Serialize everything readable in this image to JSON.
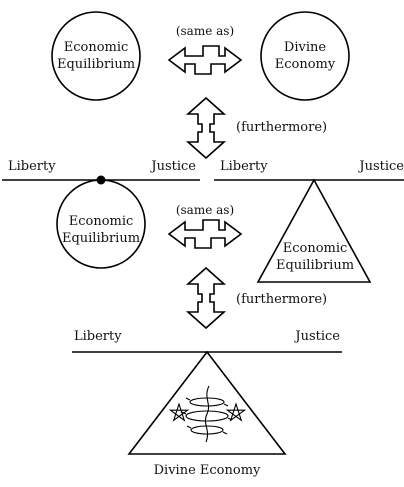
{
  "top": {
    "left_circle": [
      "Economic",
      "Equilibrium"
    ],
    "right_circle": [
      "Divine",
      "Economy"
    ],
    "connector": "(same as)"
  },
  "step1": {
    "label": "(furthermore)"
  },
  "middle": {
    "left_scale": {
      "left": "Liberty",
      "right": "Justice"
    },
    "right_scale": {
      "left": "Liberty",
      "right": "Justice"
    },
    "left_circle": [
      "Economic",
      "Equilibrium"
    ],
    "triangle": [
      "Economic",
      "Equilibrium"
    ],
    "connector": "(same as)"
  },
  "step2": {
    "label": "(furthermore)"
  },
  "bottom": {
    "scale": {
      "left": "Liberty",
      "right": "Justice"
    },
    "caption": "Divine Economy"
  }
}
